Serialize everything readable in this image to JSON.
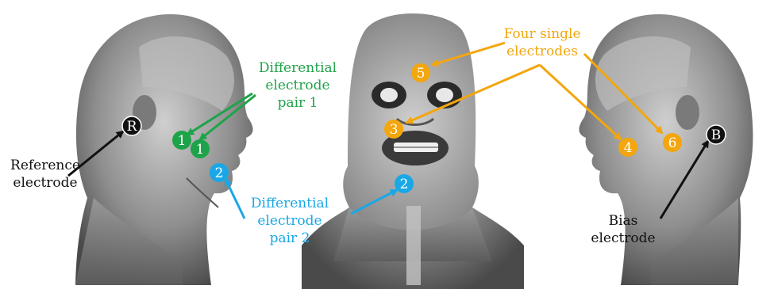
{
  "labels": {
    "differential_pair_1": [
      "Differential",
      "electrode",
      "pair 1"
    ],
    "differential_pair_2": [
      "Differential",
      "electrode",
      "pair 2"
    ],
    "four_single": [
      "Four single",
      "electrodes"
    ],
    "reference": [
      "Reference",
      "electrode"
    ],
    "bias": [
      "Bias",
      "electrode"
    ]
  },
  "markers": {
    "reference": "R",
    "bias": "B",
    "pair1_a": "1",
    "pair1_b": "1",
    "pair2_side": "2",
    "pair2_front": "2",
    "single_3": "3",
    "single_4": "4",
    "single_5": "5",
    "single_6": "6"
  },
  "colors": {
    "green": "#1fa34a",
    "blue": "#1aa7e6",
    "orange": "#f3a60d",
    "black": "#111111"
  }
}
